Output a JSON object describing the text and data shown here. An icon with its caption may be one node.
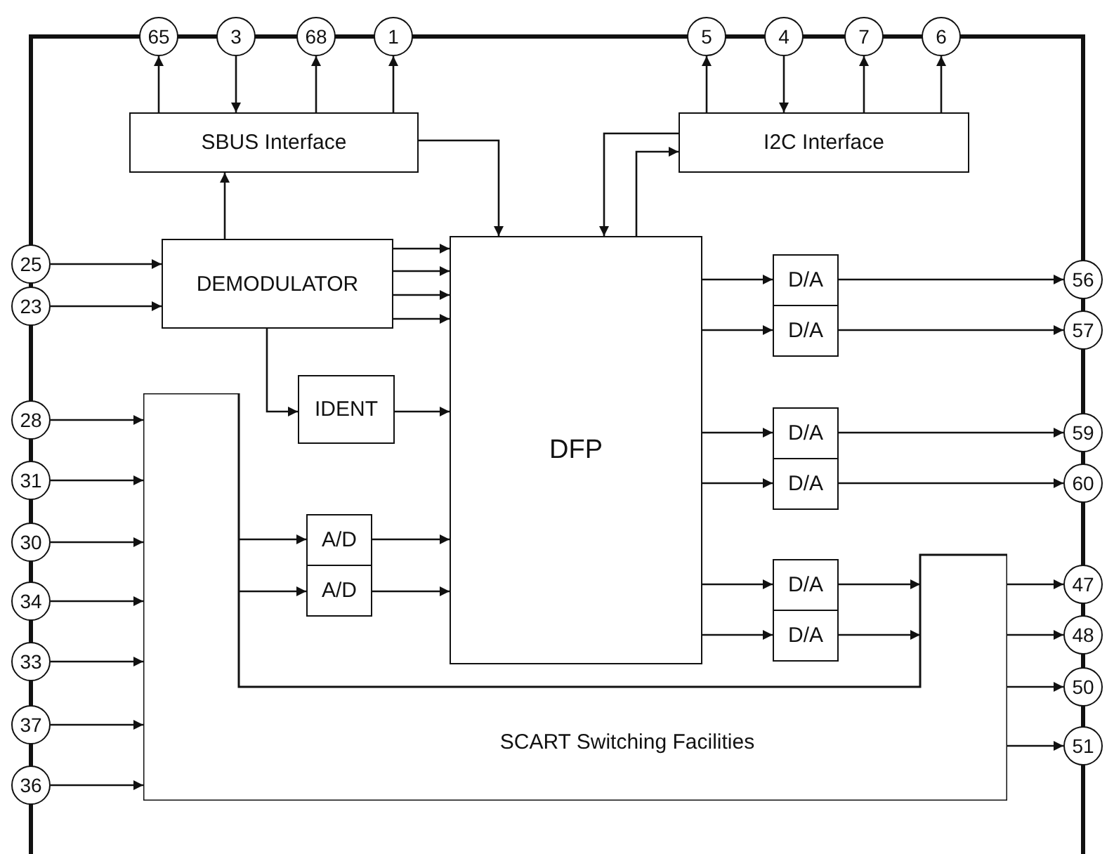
{
  "diagram": {
    "nodes": [
      {
        "text": [
          "65"
        ]
      },
      {
        "text": [
          "3"
        ]
      },
      {
        "text": [
          "68"
        ]
      },
      {
        "text": [
          "1"
        ]
      },
      {
        "text": [
          "5"
        ]
      },
      {
        "text": [
          "4"
        ]
      },
      {
        "text": [
          "7"
        ]
      },
      {
        "text": [
          "6"
        ]
      },
      {
        "text": [
          "SBUS Interface"
        ]
      },
      {
        "text": [
          "I2C Interface"
        ]
      },
      {
        "text": [
          "25"
        ]
      },
      {
        "text": [
          "23"
        ]
      },
      {
        "text": [
          "DEMODULATOR"
        ]
      },
      {
        "text": [
          "DFP"
        ]
      },
      {
        "text": [
          "D/A"
        ]
      },
      {
        "text": [
          "D/A"
        ]
      },
      {
        "text": [
          "56"
        ]
      },
      {
        "text": [
          "57"
        ]
      },
      {
        "text": [
          "IDENT"
        ]
      },
      {
        "text": [
          "D/A"
        ]
      },
      {
        "text": [
          "D/A"
        ]
      },
      {
        "text": [
          "59"
        ]
      },
      {
        "text": [
          "60"
        ]
      },
      {
        "text": [
          "28"
        ]
      },
      {
        "text": [
          "31"
        ]
      },
      {
        "text": [
          "30"
        ]
      },
      {
        "text": [
          "34"
        ]
      },
      {
        "text": [
          "33"
        ]
      },
      {
        "text": [
          "37"
        ]
      },
      {
        "text": [
          "36"
        ]
      },
      {
        "text": [
          "SCART Switching Facilities"
        ]
      },
      {
        "text": [
          "A/D"
        ]
      },
      {
        "text": [
          "A/D"
        ]
      },
      {
        "text": [
          "D/A"
        ]
      },
      {
        "text": [
          "D/A"
        ]
      },
      {
        "text": [
          "47"
        ]
      },
      {
        "text": [
          "48"
        ]
      },
      {
        "text": [
          "50"
        ]
      },
      {
        "text": [
          "51"
        ]
      }
    ],
    "edges": [
      {
        "from": 8,
        "to": 0,
        "arrow": "to"
      },
      {
        "from": 1,
        "to": 8,
        "arrow": "to"
      },
      {
        "from": 8,
        "to": 2,
        "arrow": "to"
      },
      {
        "from": 8,
        "to": 3,
        "arrow": "to"
      },
      {
        "from": 9,
        "to": 4,
        "arrow": "to"
      },
      {
        "from": 5,
        "to": 9,
        "arrow": "to"
      },
      {
        "from": 9,
        "to": 6,
        "arrow": "to"
      },
      {
        "from": 9,
        "to": 7,
        "arrow": "to"
      },
      {
        "from": 8,
        "to": 13,
        "arrow": "to"
      },
      {
        "from": 9,
        "to": 13,
        "arrow": "to"
      },
      {
        "from": 13,
        "to": 9,
        "arrow": "to"
      },
      {
        "from": 10,
        "to": 12,
        "arrow": "to"
      },
      {
        "from": 11,
        "to": 12,
        "arrow": "to"
      },
      {
        "from": 12,
        "to": 8,
        "arrow": "to"
      },
      {
        "from": 12,
        "to": 13,
        "arrow": "to"
      },
      {
        "from": 12,
        "to": 13,
        "arrow": "to"
      },
      {
        "from": 12,
        "to": 13,
        "arrow": "to"
      },
      {
        "from": 12,
        "to": 13,
        "arrow": "to"
      },
      {
        "from": 12,
        "to": 18,
        "arrow": "to"
      },
      {
        "from": 18,
        "to": 13,
        "arrow": "to"
      },
      {
        "from": 13,
        "to": 14,
        "arrow": "to"
      },
      {
        "from": 13,
        "to": 15,
        "arrow": "to"
      },
      {
        "from": 14,
        "to": 16,
        "arrow": "to"
      },
      {
        "from": 15,
        "to": 17,
        "arrow": "to"
      },
      {
        "from": 13,
        "to": 19,
        "arrow": "to"
      },
      {
        "from": 13,
        "to": 20,
        "arrow": "to"
      },
      {
        "from": 19,
        "to": 21,
        "arrow": "to"
      },
      {
        "from": 20,
        "to": 22,
        "arrow": "to"
      },
      {
        "from": 23,
        "to": 30,
        "arrow": "to"
      },
      {
        "from": 24,
        "to": 30,
        "arrow": "to"
      },
      {
        "from": 25,
        "to": 30,
        "arrow": "to"
      },
      {
        "from": 26,
        "to": 30,
        "arrow": "to"
      },
      {
        "from": 27,
        "to": 30,
        "arrow": "to"
      },
      {
        "from": 28,
        "to": 30,
        "arrow": "to"
      },
      {
        "from": 29,
        "to": 30,
        "arrow": "to"
      },
      {
        "from": 30,
        "to": 31,
        "arrow": "to"
      },
      {
        "from": 30,
        "to": 32,
        "arrow": "to"
      },
      {
        "from": 31,
        "to": 13,
        "arrow": "to"
      },
      {
        "from": 32,
        "to": 13,
        "arrow": "to"
      },
      {
        "from": 13,
        "to": 33,
        "arrow": "to"
      },
      {
        "from": 13,
        "to": 34,
        "arrow": "to"
      },
      {
        "from": 33,
        "to": 30,
        "arrow": "to"
      },
      {
        "from": 34,
        "to": 30,
        "arrow": "to"
      },
      {
        "from": 30,
        "to": 35,
        "arrow": "to"
      },
      {
        "from": 30,
        "to": 36,
        "arrow": "to"
      },
      {
        "from": 30,
        "to": 37,
        "arrow": "to"
      },
      {
        "from": 30,
        "to": 38,
        "arrow": "to"
      }
    ]
  }
}
